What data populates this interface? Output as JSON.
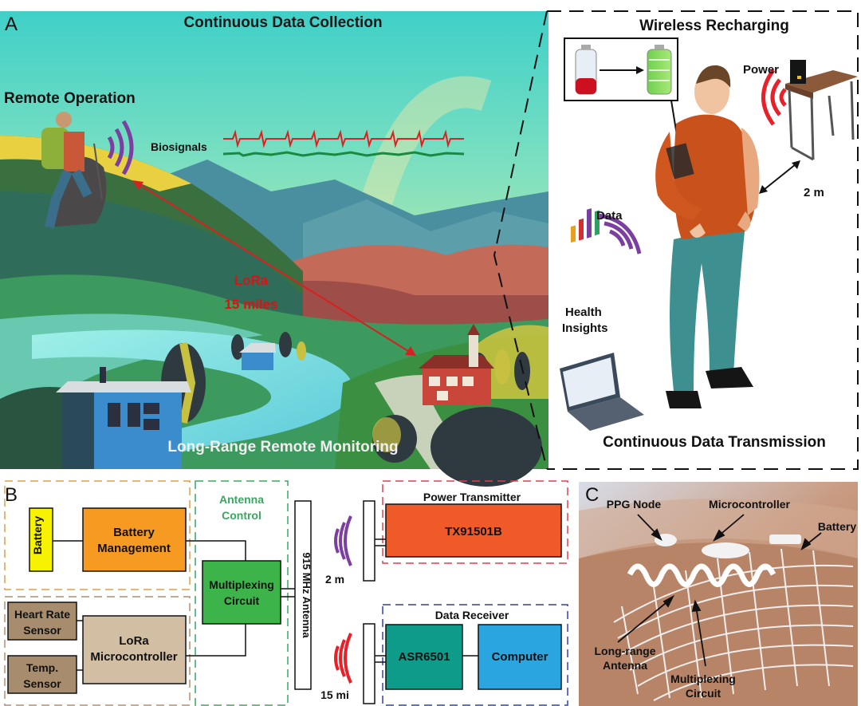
{
  "panel_a": {
    "letter": "A",
    "title": "Continuous Data Collection",
    "remote_operation": "Remote Operation",
    "biosignals": "Biosignals",
    "lora": "LoRa",
    "lora_range": "15 miles",
    "bottom_label": "Long-Range Remote Monitoring",
    "wireless_title": "Wireless Recharging",
    "power": "Power",
    "distance_2m": "2 m",
    "data": "Data",
    "health_line1": "Health",
    "health_line2": "Insights",
    "transmission": "Continuous Data Transmission"
  },
  "panel_b": {
    "letter": "B",
    "battery": "Battery",
    "battery_mgmt_line1": "Battery",
    "battery_mgmt_line2": "Management",
    "antenna_control_line1": "Antenna",
    "antenna_control_line2": "Control",
    "antenna": "915 MHz Antenna",
    "mux_line1": "Multiplexing",
    "mux_line2": "Circuit",
    "hr_line1": "Heart Rate",
    "hr_line2": "Sensor",
    "temp_line1": "Temp.",
    "temp_line2": "Sensor",
    "lora_mc_line1": "LoRa",
    "lora_mc_line2": "Microcontroller",
    "power_tx_title": "Power Transmitter",
    "tx_chip": "TX91501B",
    "dist_2m": "2 m",
    "data_rx_title": "Data Receiver",
    "rx_chip": "ASR6501",
    "computer": "Computer",
    "dist_15mi": "15 mi"
  },
  "panel_c": {
    "letter": "C",
    "ppg": "PPG Node",
    "microcontroller": "Microcontroller",
    "battery": "Battery",
    "antenna_line1": "Long-range",
    "antenna_line2": "Antenna",
    "mux_line1": "Multiplexing",
    "mux_line2": "Circuit"
  },
  "colors": {
    "battery_fill": "#f7f200",
    "battery_mgmt": "#f79a22",
    "mux": "#3cb44a",
    "sensor": "#a78d6e",
    "lora_mc": "#d2bea2",
    "tx": "#f05a28",
    "rx_chip": "#0e9b8a",
    "computer": "#2aa5e0",
    "orange_dash": "#e0a040",
    "green_dash": "#3aa860",
    "red_dash": "#e04050",
    "blue_dash": "#3040b0",
    "purple": "#7b3fa0",
    "red_wave": "#e8202a"
  }
}
